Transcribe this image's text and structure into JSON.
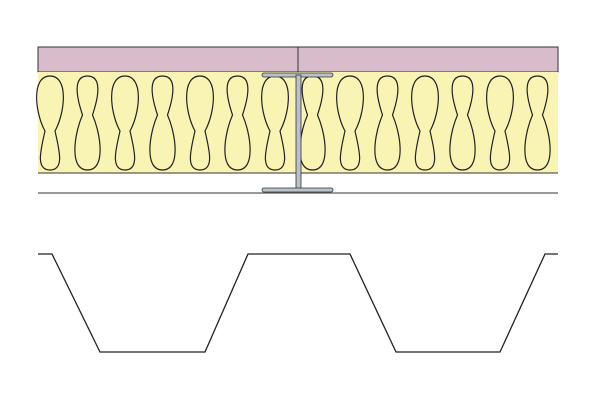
{
  "colors": {
    "board": "#d9bccb",
    "insulation": "#f9f4b4",
    "steel": "#b8c2c8",
    "line": "#222222"
  },
  "icons": [
    "steel-i-beam",
    "mineral-wool-insulation",
    "trapezoidal-deck-profile"
  ]
}
